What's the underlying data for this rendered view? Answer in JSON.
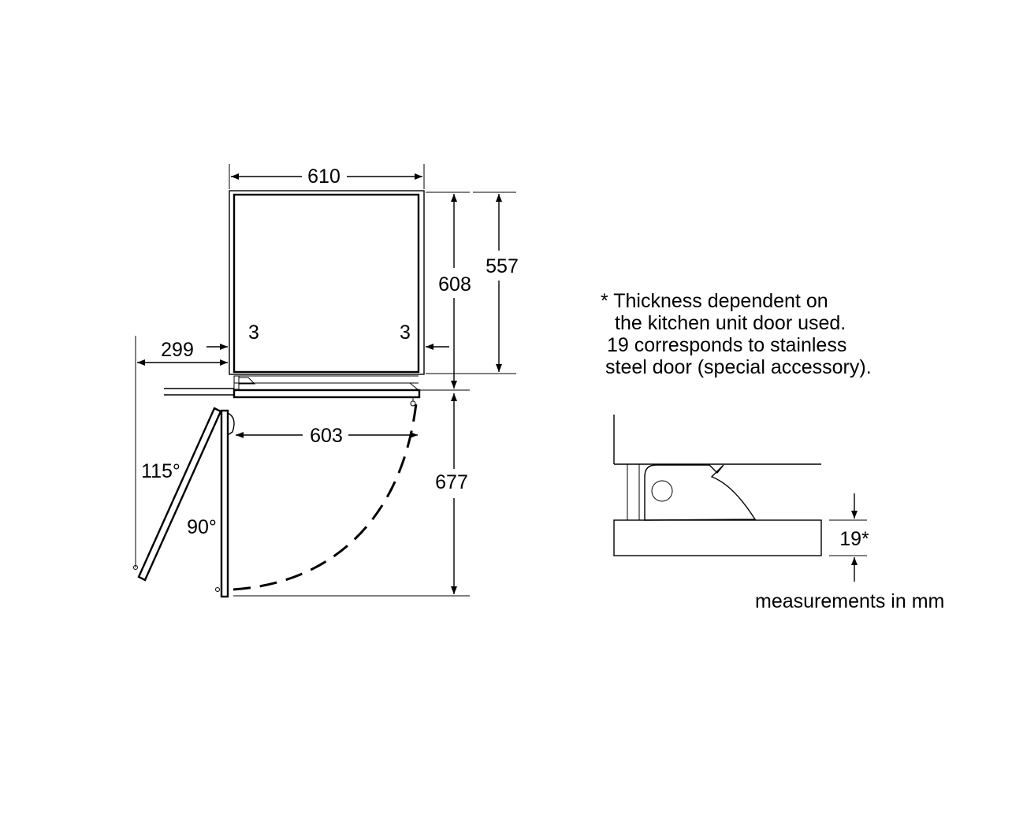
{
  "dimensions": {
    "width_610": "610",
    "height_608": "608",
    "height_557": "557",
    "gap_left_3": "3",
    "gap_right_3": "3",
    "offset_299": "299",
    "depth_603": "603",
    "swing_677": "677",
    "angle_115": "115°",
    "angle_90": "90°",
    "door_thickness": "19*"
  },
  "note": {
    "lines": [
      "* Thickness dependent on",
      "the kitchen unit door used.",
      "19 corresponds to stainless",
      "steel door (special accessory)."
    ]
  },
  "units_label": "measurements in mm"
}
